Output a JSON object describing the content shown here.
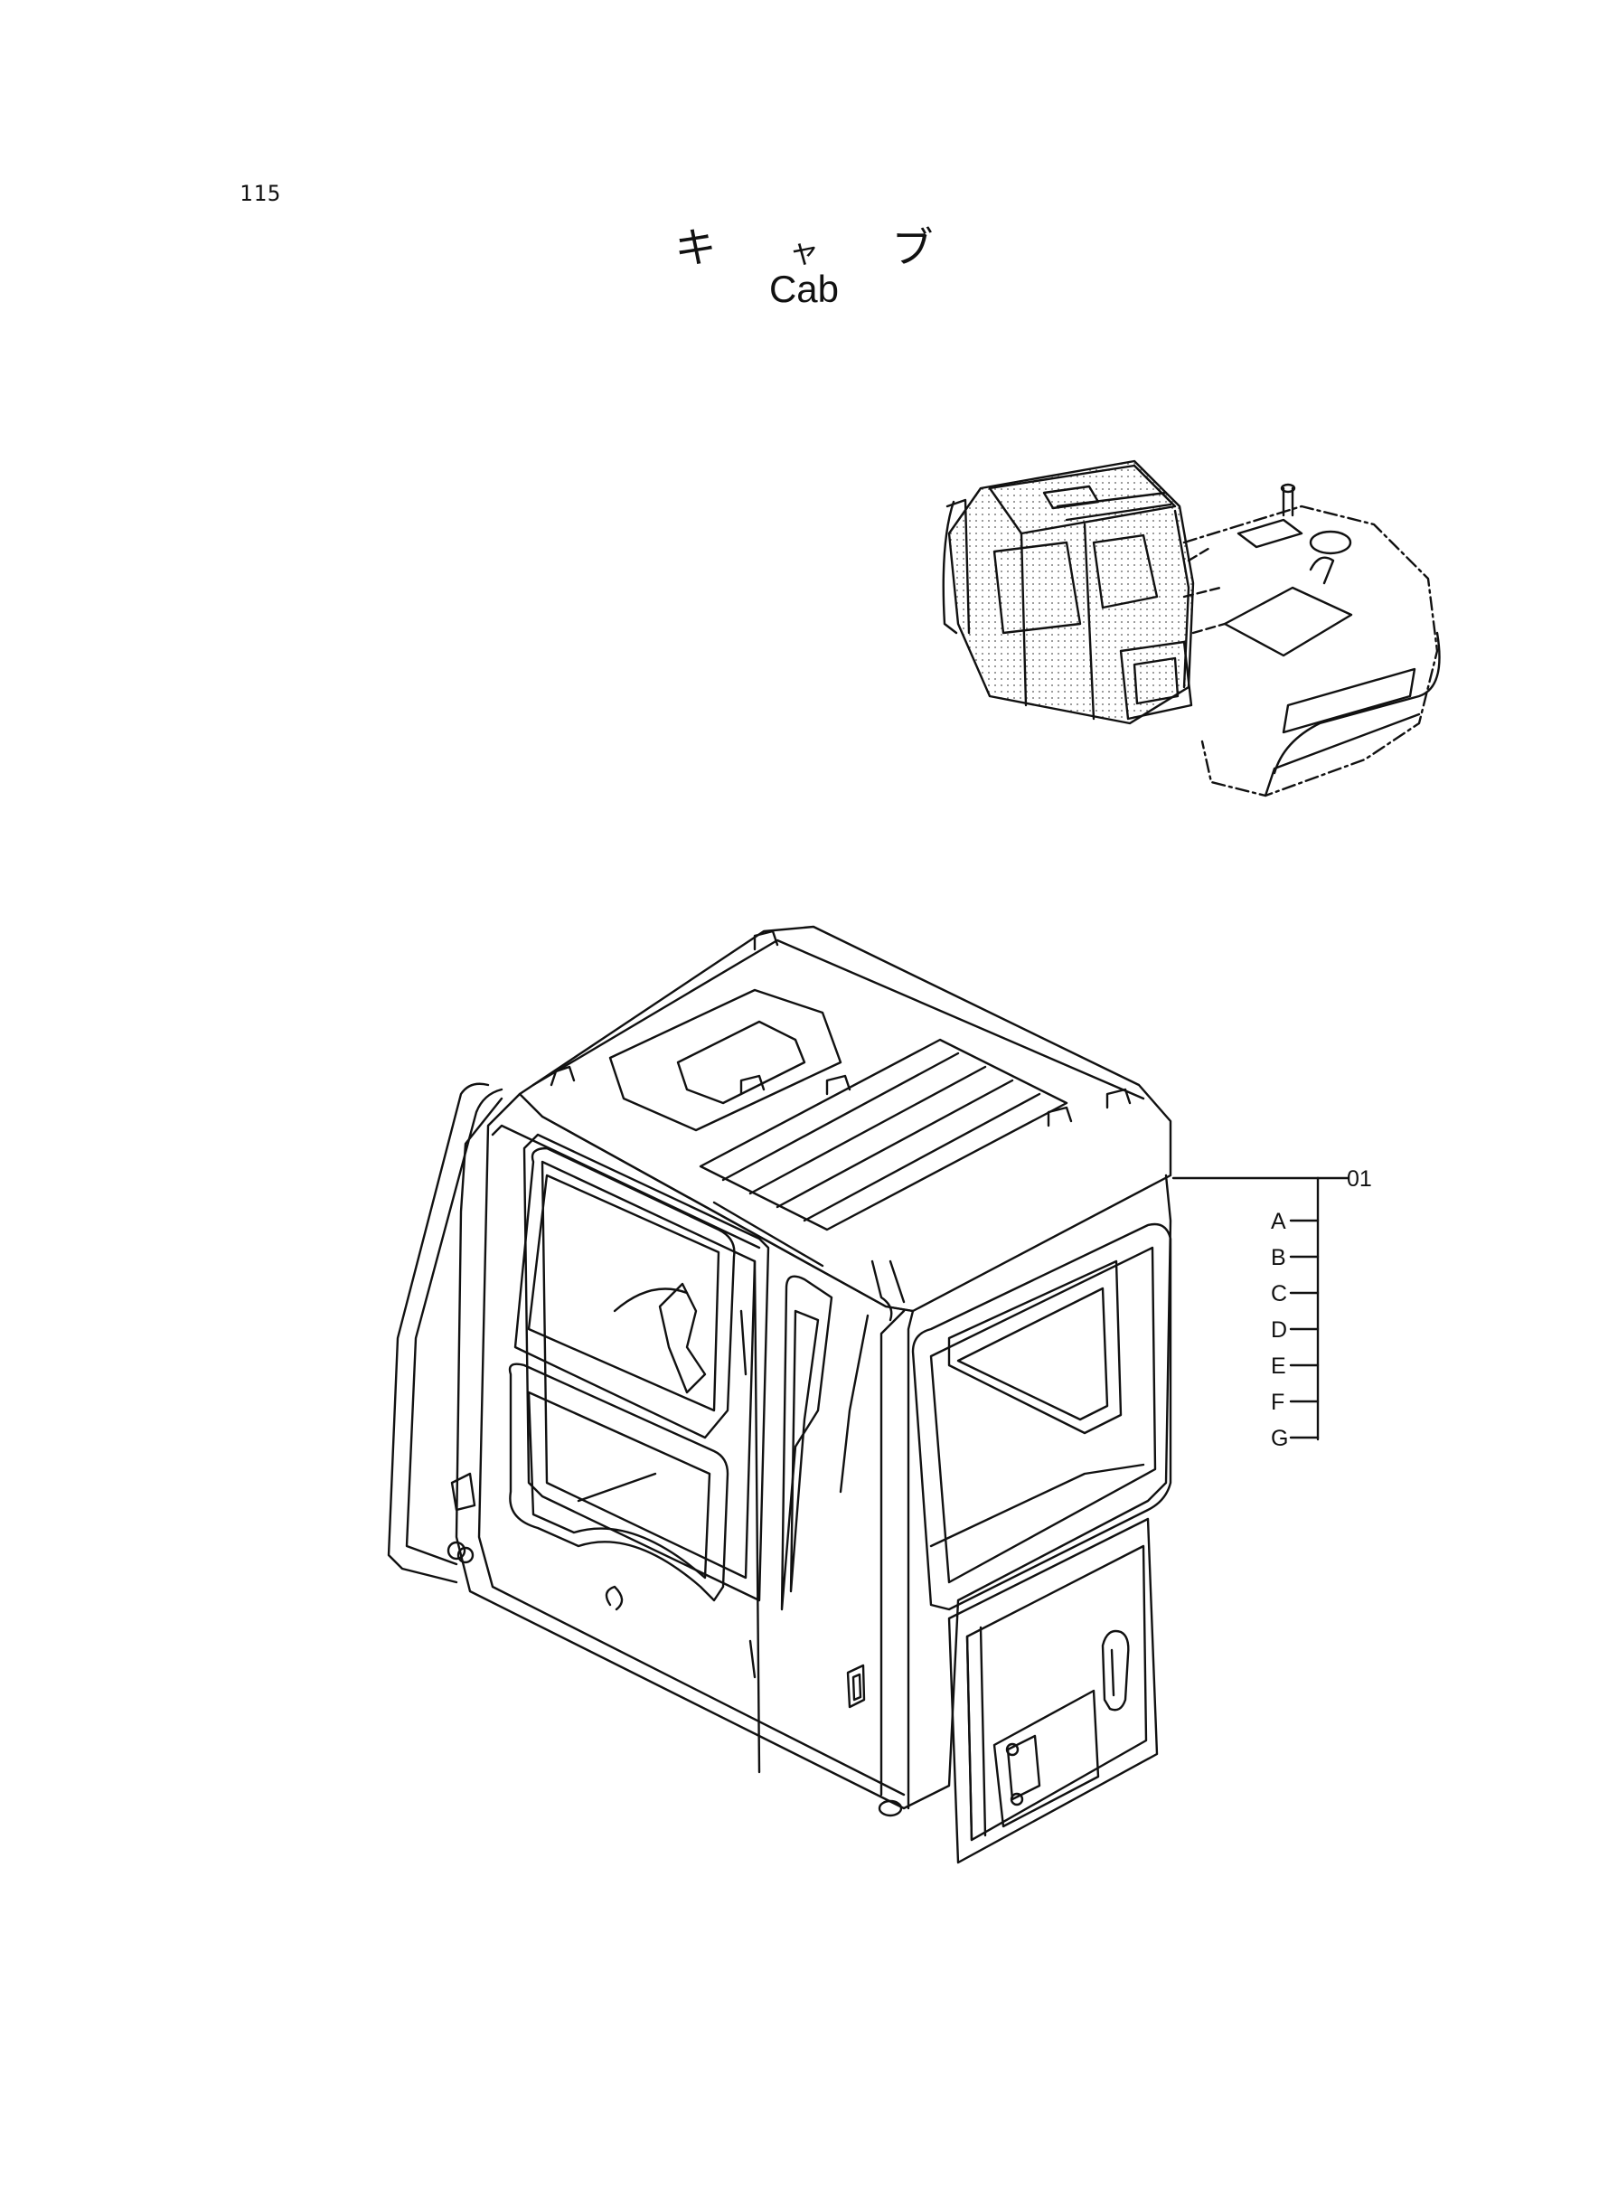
{
  "header": {
    "page_number": "115",
    "title_jp": [
      "キ",
      "ャ",
      "ブ"
    ],
    "title_en": "Cab"
  },
  "callout": {
    "part_number": "01",
    "sub_items": [
      "A",
      "B",
      "C",
      "D",
      "E",
      "F",
      "G"
    ]
  }
}
